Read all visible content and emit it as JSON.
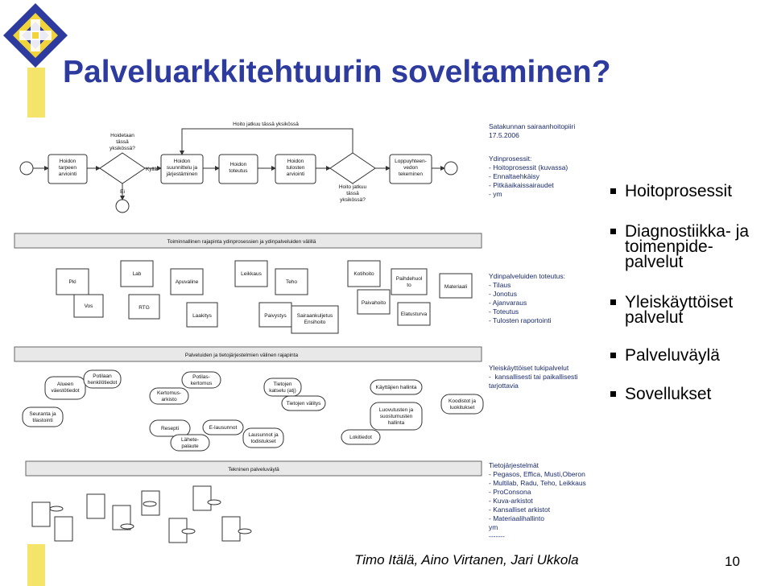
{
  "slide": {
    "title": "Palveluarkkitehtuurin soveltaminen?",
    "footer": "Timo Itälä, Aino Virtanen, Jari Ukkola",
    "page_number": "10"
  },
  "bullets": [
    "Hoitoprosessit",
    "Diagnostiikka- ja\ntoimenpide-\npalvelut",
    "Yleiskäyttöiset\npalvelut",
    "Palveluväylä",
    "Sovellukset"
  ],
  "diagram": {
    "right_texts": {
      "hospital": "Satakunnan sairaanhoitopiiri\n17.5.2006",
      "core_processes": "Ydinprosessit:\n- Hoitoprosessit (kuvassa)\n- Ennaltaehkäisy\n- Pitkäaikaissairaudet\n- ym",
      "core_services": "Ydinpalveluiden toteutus:\n- Tilaus\n- Jonotus\n- Ajanvaraus\n- Toteutus\n- Tulosten raportointi",
      "general_services": "Yleiskäyttöiset tukipalvelut\n-  kansallisesti tai paikallisesti\ntarjottavia",
      "systems": "Tietojärjestelmät\n- Pegasos, Effica, Musti,Oberon\n- Multilab, Radu, Teho, Leikkaus\n- ProConsona\n- Kuva-arkistot\n- Kansalliset arkistot\n- Materiaalihallinto\nym\n-------"
    },
    "process": {
      "loop_label": "Hoito jatkuu tässä yksikössä",
      "boxes": [
        "Hoidon\ntarpeen\narviointi",
        "Hoidon\nsuunnittelu ja\njärjestäminen",
        "Hoidon\ntoteutus",
        "Hoidon\ntulosten\narviointi",
        "Loppuyhteen-\nvedon\ntekeminen"
      ],
      "decision1": "Hoidetaan\ntässä\nyksikössä?",
      "yes": "Kyllä",
      "no": "Ei",
      "decision2": "Hoito jatkuu\ntässä\nyksikössä?"
    },
    "core_band": "Toiminnallinen rajapinta ydinprosessien ja ydinpalveluiden välillä",
    "core_units": [
      "Pkl",
      "Vos",
      "Lab",
      "RTG",
      "Apuvaline",
      "Laakitys",
      "Leikkaus",
      "Paivystys",
      "Teho",
      "Sairaankuljetus\nEnsihoito",
      "Kotihoito",
      "Paivahoito",
      "Paihdehuol\nto",
      "Elatusturva",
      "Materiaali"
    ],
    "gen_band": "Palveluiden ja tietojärjestelmien välinen rajapinta",
    "gen_services": [
      "Alueen\nväestötiedot",
      "Potilaan\nhenkilötiedot",
      "Seuranta ja\ntilastointi",
      "Potilas-\nkertomus",
      "Kertomus-\narkisto",
      "Resepti",
      "Lähete-\npalaute",
      "E-lausunnot",
      "Lausunnot ja\ntodistukset",
      "Tietojen\nkatselu (atj)",
      "Tietojen välitys",
      "Käyttäjien hallinta",
      "Luovutusten ja\nsuostumusten\nhallinta",
      "Lokitiedot",
      "Koodistot ja\nluokitukset"
    ],
    "tech_band": "Tekninen palveluväylä"
  }
}
